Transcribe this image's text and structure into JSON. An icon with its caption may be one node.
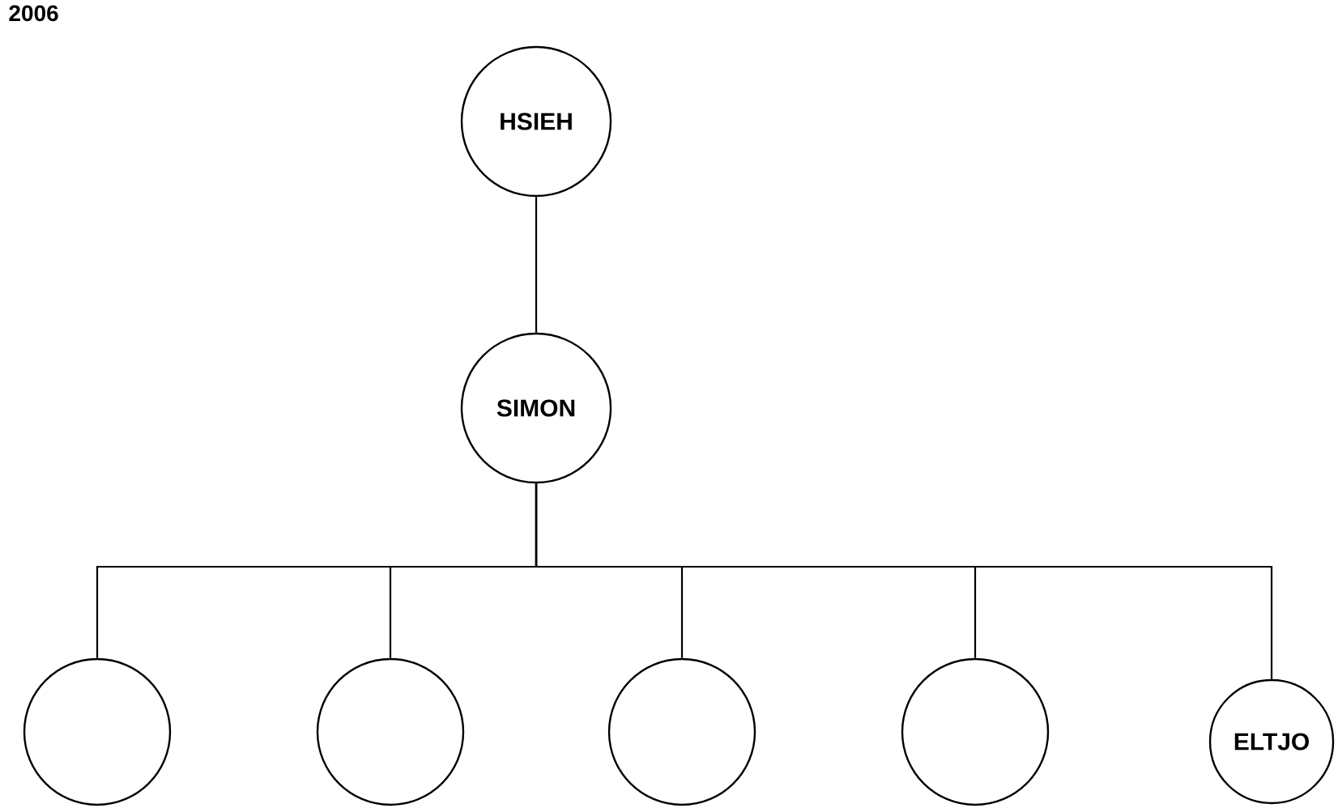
{
  "diagram": {
    "nodes": [
      {
        "text": [
          "HSIEH"
        ]
      },
      {
        "text": [
          "SIMON"
        ]
      },
      {
        "text": [],
        "shape": "circle"
      },
      {
        "text": [],
        "shape": "circle"
      },
      {
        "text": [],
        "shape": "circle"
      },
      {
        "text": [],
        "shape": "circle"
      },
      {
        "text": [
          "ELTJO"
        ]
      }
    ],
    "edges": [
      {
        "from": 0,
        "to": 1,
        "arrow": "none"
      },
      {
        "from": 1,
        "to": 2,
        "arrow": "none"
      },
      {
        "from": 1,
        "to": 3,
        "arrow": "none"
      },
      {
        "from": 1,
        "to": 4,
        "arrow": "none"
      },
      {
        "from": 1,
        "to": 5,
        "arrow": "none"
      },
      {
        "from": 1,
        "to": 6,
        "arrow": "none"
      }
    ],
    "labels": [
      "2006"
    ]
  }
}
